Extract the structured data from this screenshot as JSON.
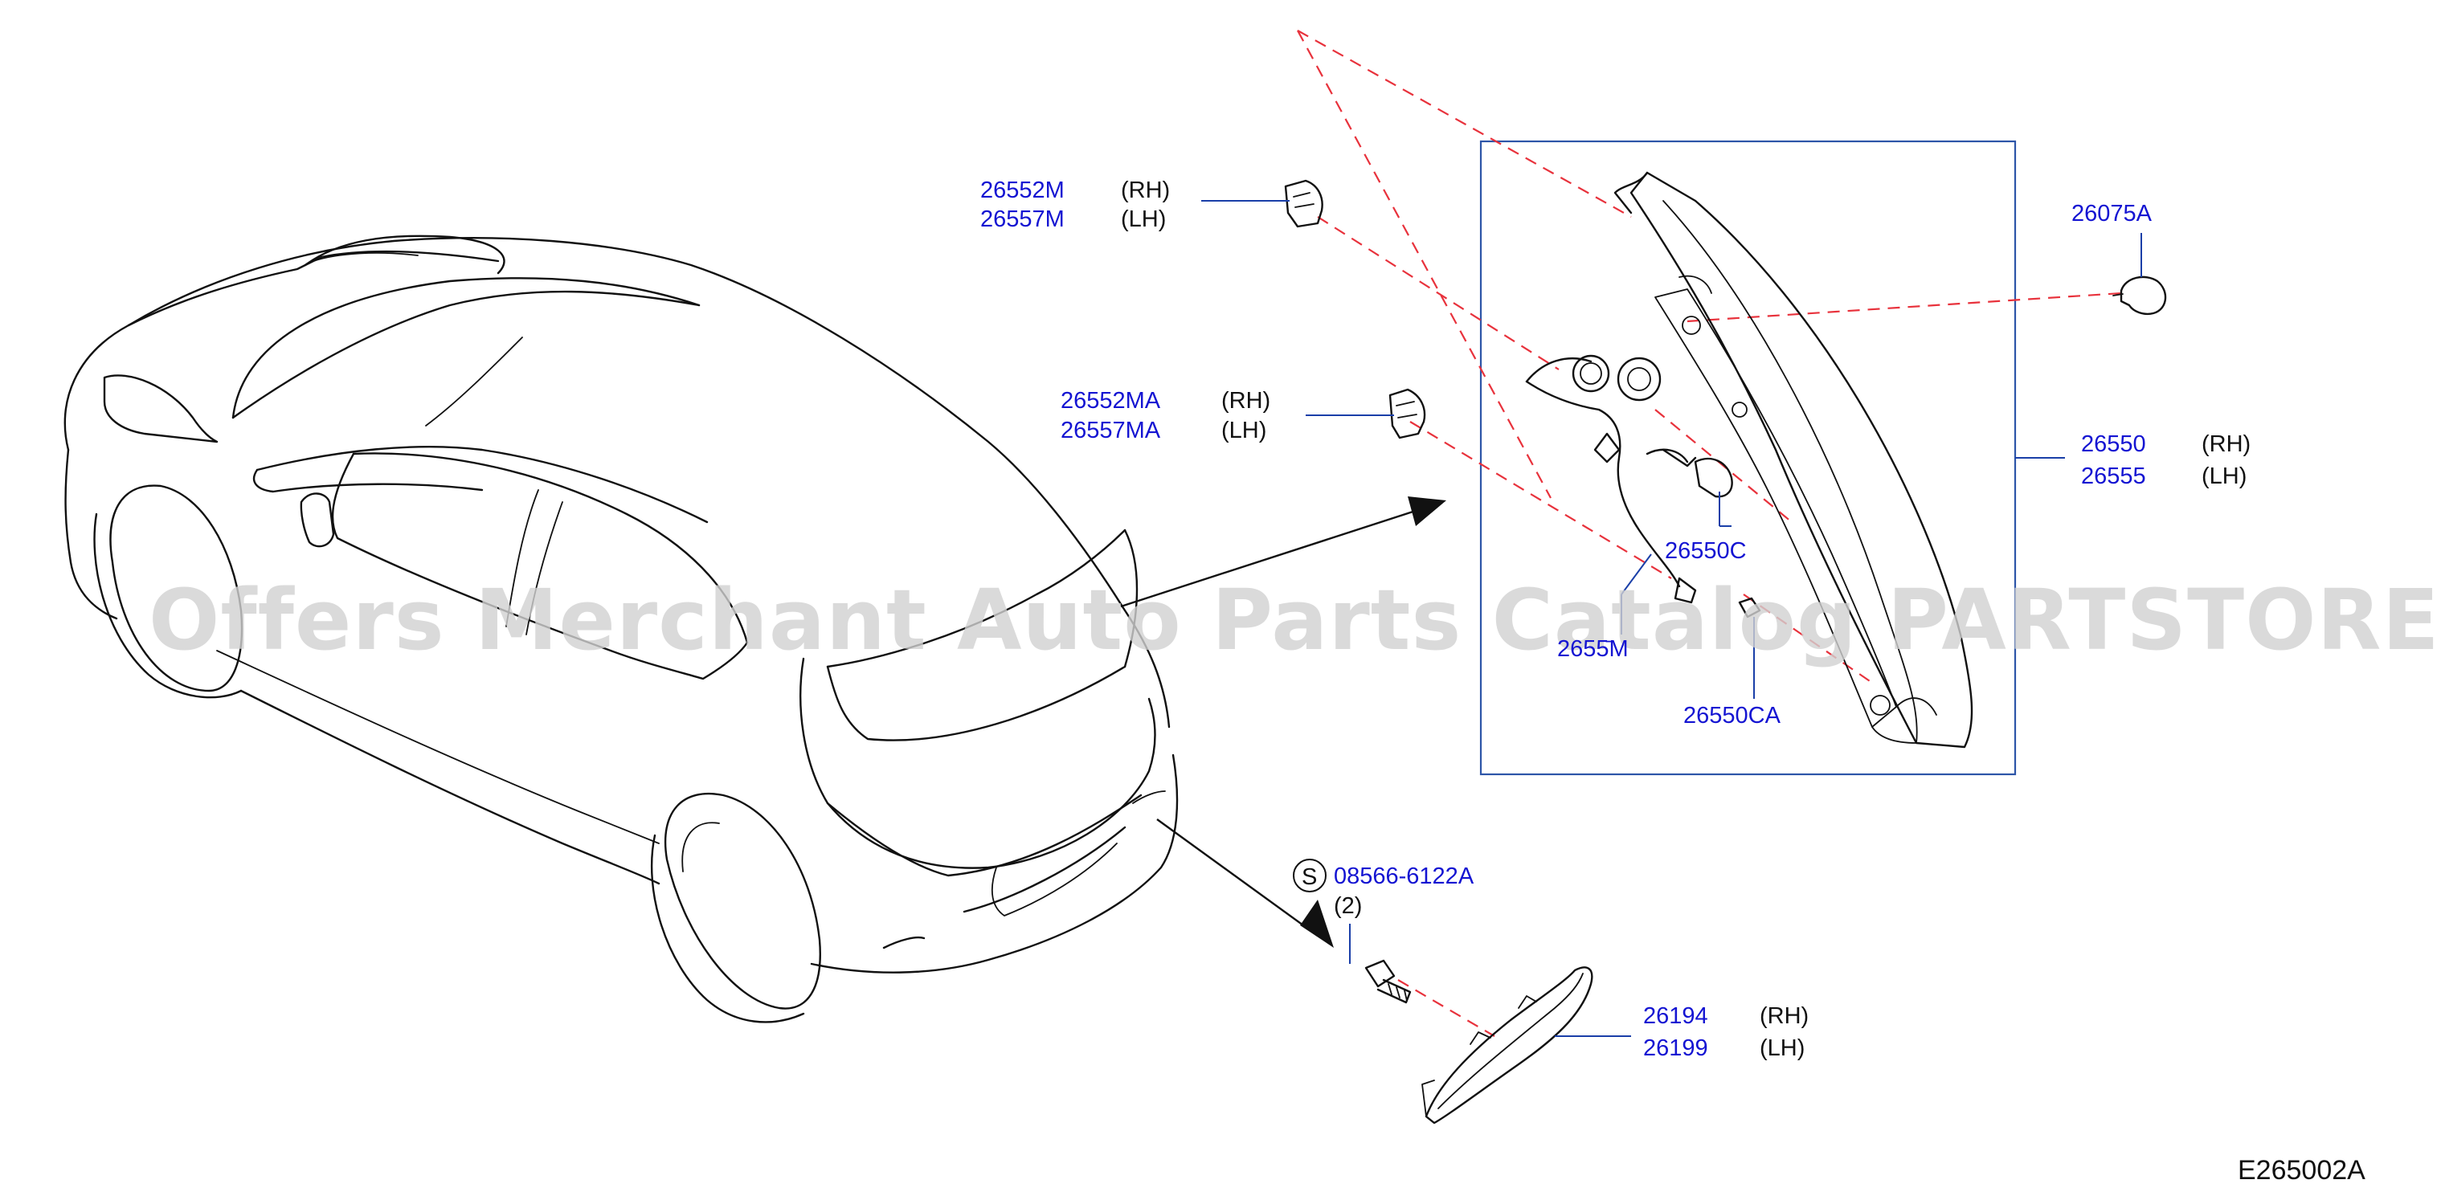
{
  "diagram": {
    "watermark": "Offers Merchant Auto Parts Catalog PARTSTORE.SA",
    "figure_code": "E265002A",
    "callouts": {
      "holder_upper_rh": {
        "part": "26552M",
        "side": "(RH)"
      },
      "holder_upper_lh": {
        "part": "26557M",
        "side": "(LH)"
      },
      "holder_lower_rh": {
        "part": "26552MA",
        "side": "(RH)"
      },
      "holder_lower_lh": {
        "part": "26557MA",
        "side": "(LH)"
      },
      "fastener": {
        "part": "26075A"
      },
      "lamp_rh": {
        "part": "26550",
        "side": "(RH)"
      },
      "lamp_lh": {
        "part": "26555",
        "side": "(LH)"
      },
      "bulb": {
        "part": "26550C"
      },
      "harness": {
        "part": "2655̄M"
      },
      "bulb_small": {
        "part": "26550CA"
      },
      "screw": {
        "symbol": "S",
        "part": "08566-6122A",
        "qty": "(2)"
      },
      "reflex_rh": {
        "part": "26194",
        "side": "(RH)"
      },
      "reflex_lh": {
        "part": "26199",
        "side": "(LH)"
      }
    }
  }
}
